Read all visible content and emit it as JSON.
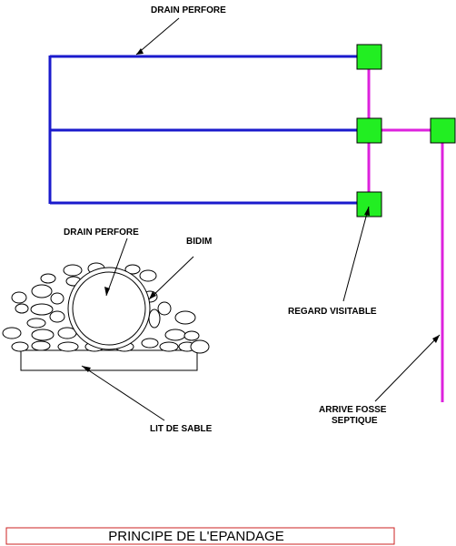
{
  "labels": {
    "drain_perfore_top": "DRAIN PERFORE",
    "drain_perfore_section": "DRAIN PERFORE",
    "bidim": "BIDIM",
    "regard_visitable": "REGARD VISITABLE",
    "arrive_fosse_line1": "ARRIVE FOSSE",
    "arrive_fosse_line2": "SEPTIQUE",
    "lit_de_sable": "LIT DE SABLE"
  },
  "title": "PRINCIPE DE L'EPANDAGE",
  "colors": {
    "drain": "#1a1acc",
    "pipe": "#dd22dd",
    "box_fill": "#22ee22",
    "title_border": "#cc2222",
    "stroke": "#000000"
  }
}
